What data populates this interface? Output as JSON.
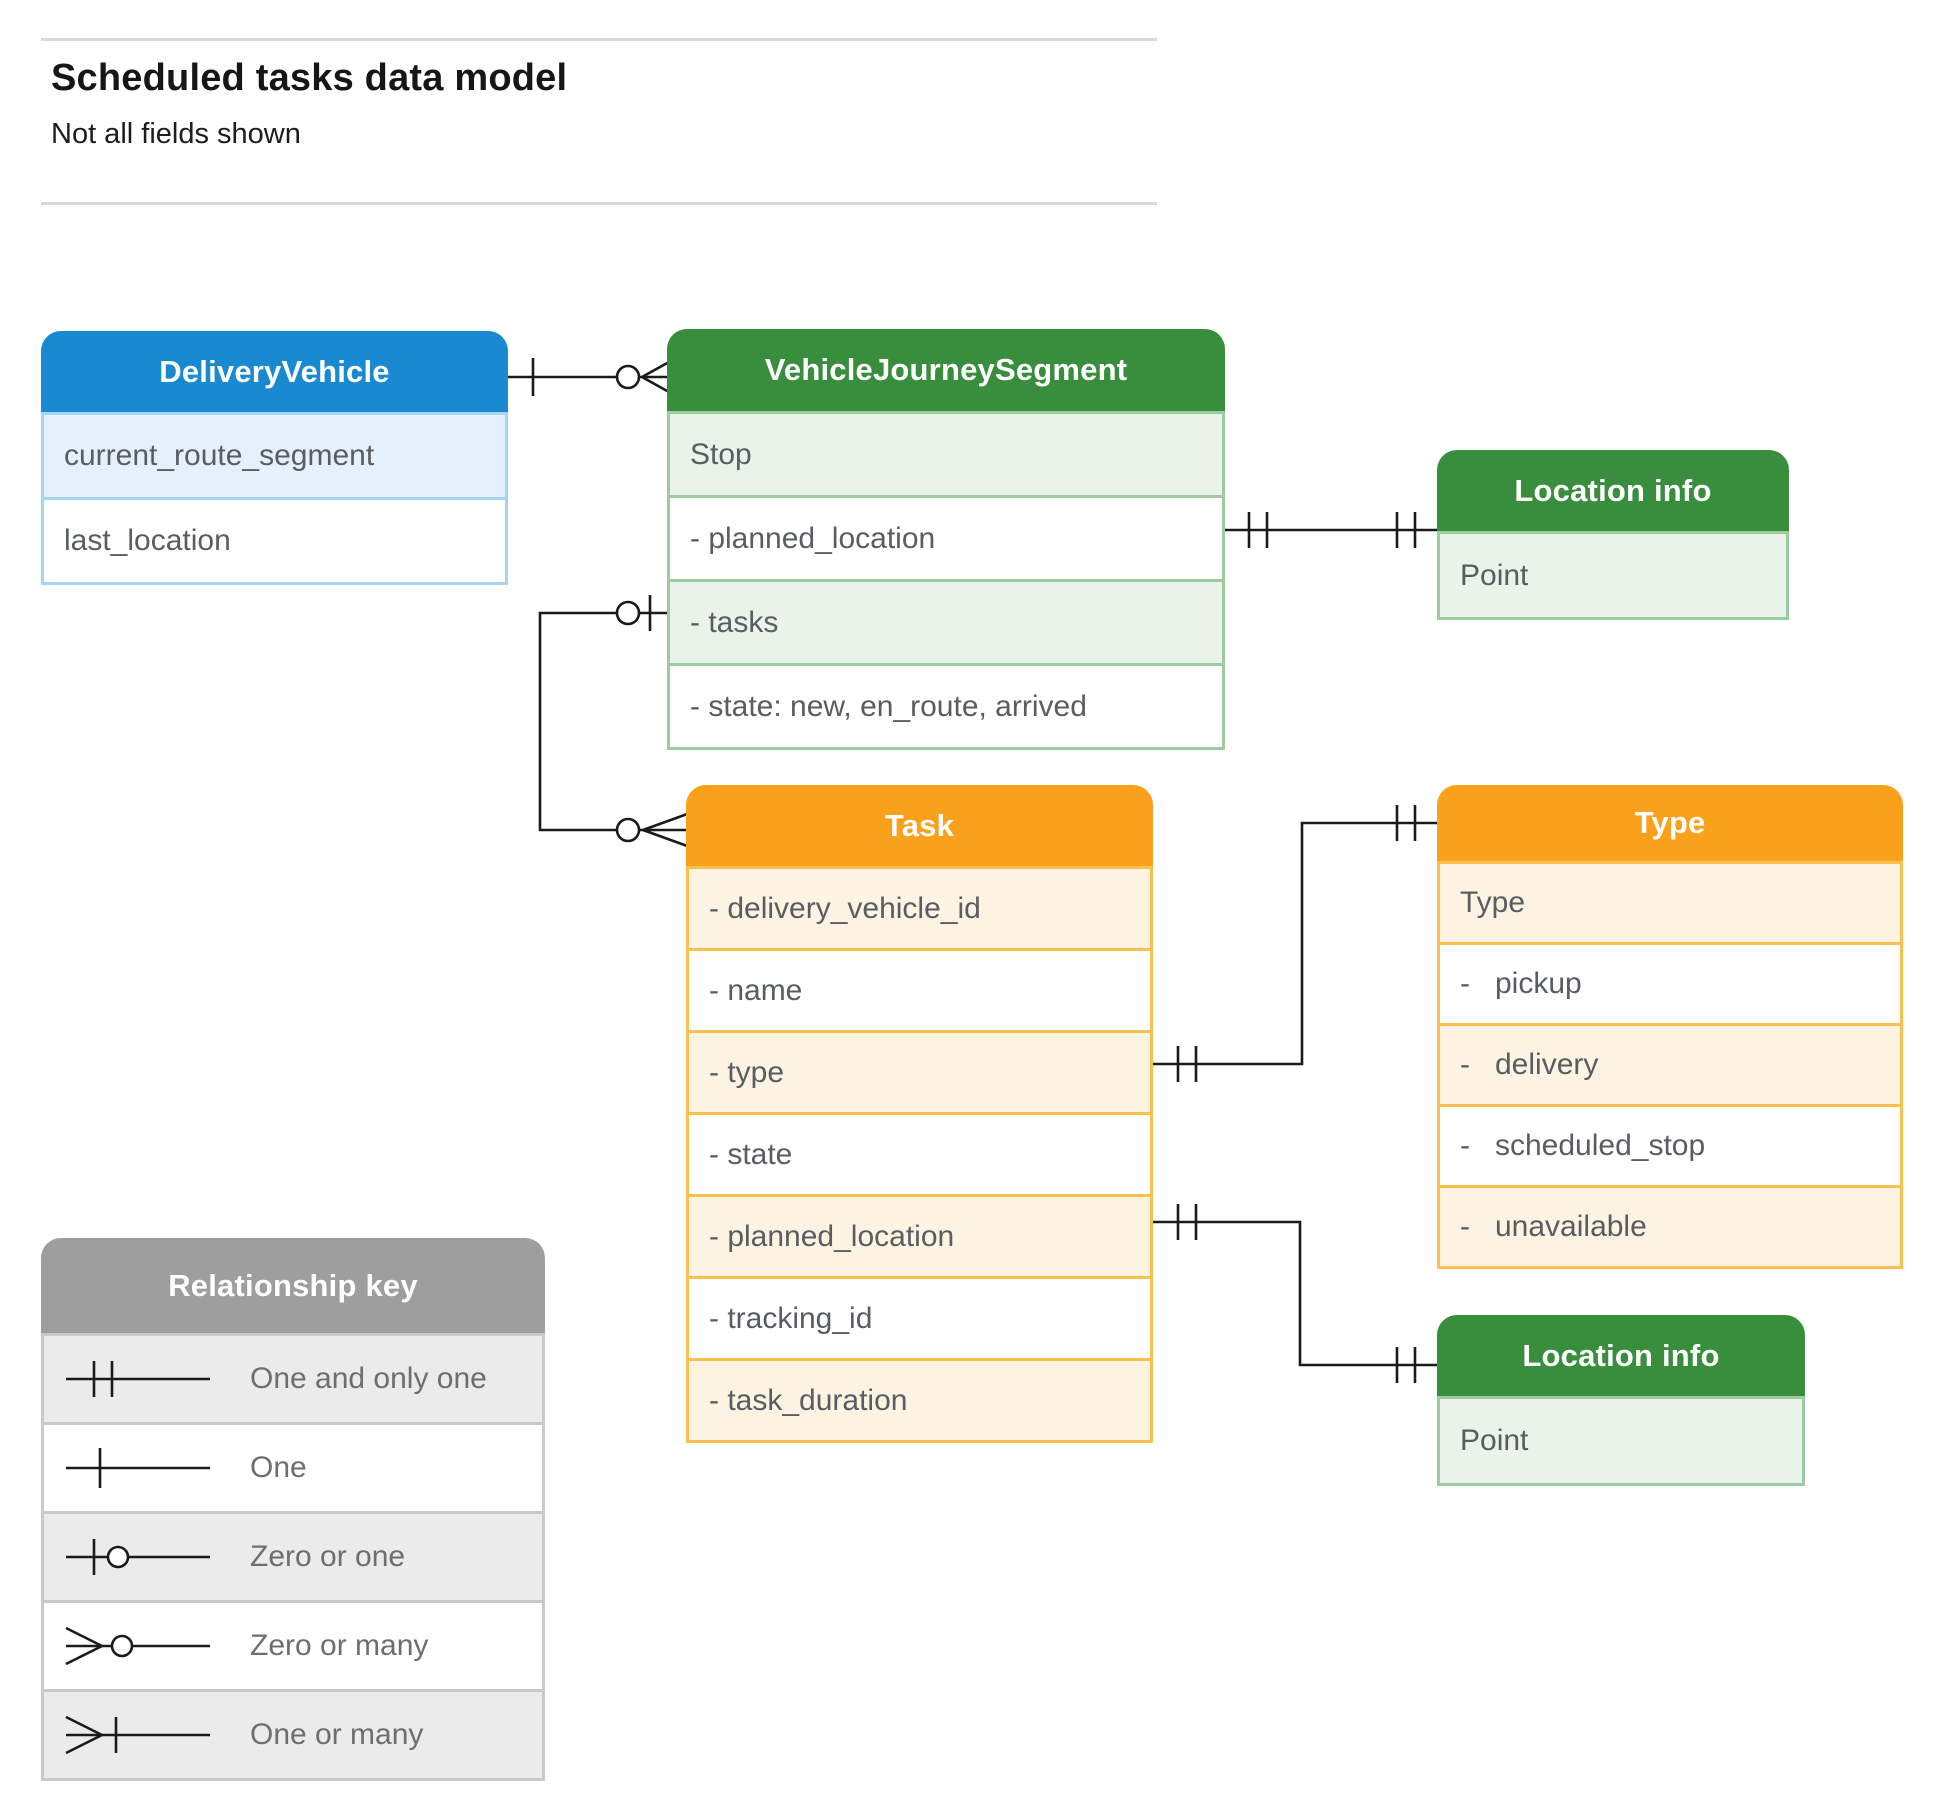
{
  "page": {
    "title": "Scheduled tasks data model",
    "subtitle": "Not all fields shown"
  },
  "entities": {
    "delivery_vehicle": {
      "title": "DeliveryVehicle",
      "rows": [
        "current_route_segment",
        "last_location"
      ]
    },
    "vehicle_journey_segment": {
      "title": "VehicleJourneySegment",
      "rows": [
        "Stop",
        "- planned_location",
        "- tasks",
        "- state: new, en_route, arrived"
      ]
    },
    "location_info_top": {
      "title": "Location info",
      "rows": [
        "Point"
      ]
    },
    "task": {
      "title": "Task",
      "rows": [
        "- delivery_vehicle_id",
        "- name",
        "- type",
        "- state",
        "- planned_location",
        "- tracking_id",
        "- task_duration"
      ]
    },
    "type": {
      "title": "Type",
      "rows": [
        "Type",
        "-   pickup",
        "-   delivery",
        "-   scheduled_stop",
        "-   unavailable"
      ]
    },
    "location_info_bottom": {
      "title": "Location info",
      "rows": [
        "Point"
      ]
    }
  },
  "legend": {
    "title": "Relationship key",
    "items": [
      {
        "symbol": "one-and-only-one",
        "label": "One and only one"
      },
      {
        "symbol": "one",
        "label": "One"
      },
      {
        "symbol": "zero-or-one",
        "label": "Zero or one"
      },
      {
        "symbol": "zero-or-many",
        "label": "Zero or many"
      },
      {
        "symbol": "one-or-many",
        "label": "One or many"
      }
    ]
  },
  "connectors": [
    {
      "from": "DeliveryVehicle",
      "to": "VehicleJourneySegment",
      "from_cardinality": "one",
      "to_cardinality": "zero-or-many"
    },
    {
      "from": "VehicleJourneySegment.planned_location",
      "to": "Location info (top)",
      "from_cardinality": "one-and-only-one",
      "to_cardinality": "one-and-only-one"
    },
    {
      "from": "VehicleJourneySegment.tasks",
      "to": "Task",
      "from_cardinality": "zero-or-one",
      "to_cardinality": "zero-or-many"
    },
    {
      "from": "Task.type",
      "to": "Type",
      "from_cardinality": "one-and-only-one",
      "to_cardinality": "one-and-only-one"
    },
    {
      "from": "Task.planned_location",
      "to": "Location info (bottom)",
      "from_cardinality": "one-and-only-one",
      "to_cardinality": "one-and-only-one"
    }
  ],
  "colors": {
    "blue_header": "#1989D2",
    "green_header": "#388E3C",
    "orange_header": "#F9A11B",
    "gray_header": "#9E9E9E",
    "connector_line": "#1A1A1A",
    "rule_line": "#D9D9D9"
  }
}
